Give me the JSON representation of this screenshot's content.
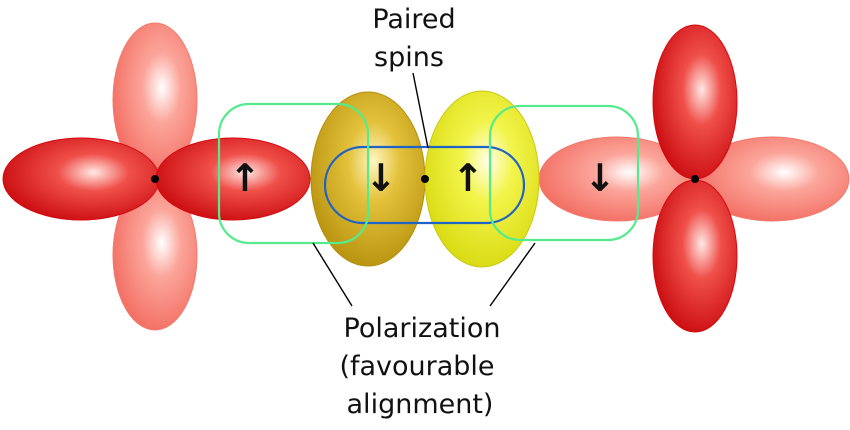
{
  "labels": {
    "paired_line1": "Paired",
    "paired_line2": "spins",
    "polar_line1": "Polarization",
    "polar_line2": "(favourable",
    "polar_line3": "alignment)"
  },
  "spins": {
    "left_d_right_lobe": "↑",
    "p_left_lobe": "↓",
    "p_right_lobe": "↑",
    "right_d_left_lobe": "↓"
  },
  "colors": {
    "red_dark": "#d8090f",
    "red_light": "#f47a6e",
    "gold": "#c9a113",
    "yellow": "#e6e817",
    "green_outline": "#56ea8e",
    "blue_outline": "#1f63c6",
    "ink": "#000000"
  }
}
